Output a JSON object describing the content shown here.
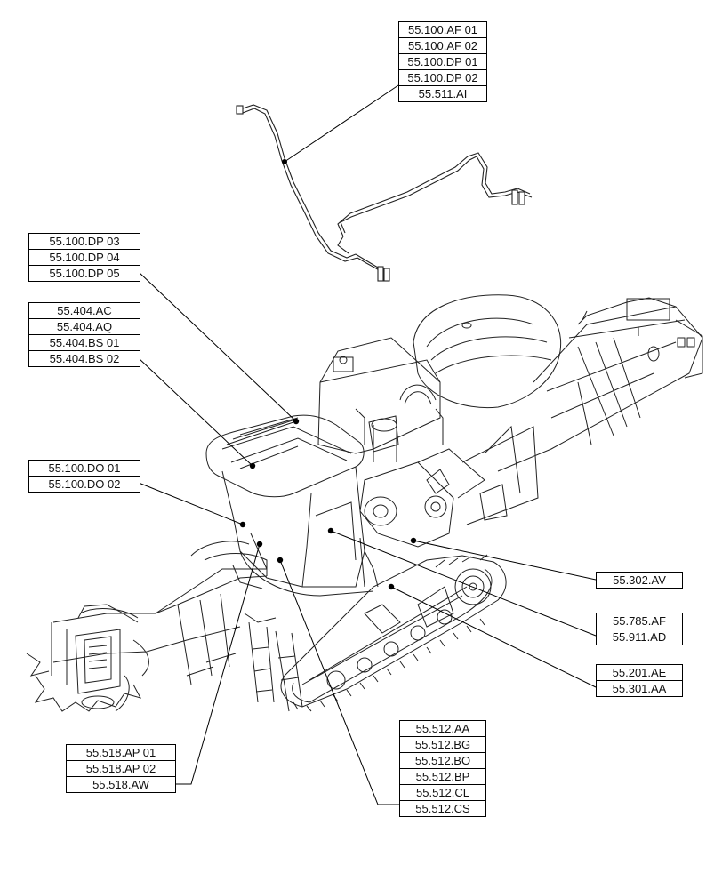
{
  "callouts": [
    {
      "id": "harness-top",
      "labels": [
        "55.100.AF 01",
        "55.100.AF 02",
        "55.100.DP 01",
        "55.100.DP 02",
        "55.511.AI"
      ]
    },
    {
      "id": "cab-roof",
      "labels": [
        "55.100.DP 03",
        "55.100.DP 04",
        "55.100.DP 05"
      ]
    },
    {
      "id": "cab-upper",
      "labels": [
        "55.404.AC",
        "55.404.AQ",
        "55.404.BS 01",
        "55.404.BS 02"
      ]
    },
    {
      "id": "cab-side",
      "labels": [
        "55.100.DO 01",
        "55.100.DO 02"
      ]
    },
    {
      "id": "engine-right",
      "labels": [
        "55.302.AV"
      ]
    },
    {
      "id": "frame-mid",
      "labels": [
        "55.785.AF",
        "55.911.AD"
      ]
    },
    {
      "id": "frame-lower",
      "labels": [
        "55.201.AE",
        "55.301.AA"
      ]
    },
    {
      "id": "cab-base",
      "labels": [
        "55.512.AA",
        "55.512.BG",
        "55.512.BO",
        "55.512.BP",
        "55.512.CL",
        "55.512.CS"
      ]
    },
    {
      "id": "cab-front",
      "labels": [
        "55.518.AP 01",
        "55.518.AP 02",
        "55.518.AW"
      ]
    }
  ],
  "colors": {
    "line": "#000000",
    "background": "#ffffff",
    "drawing": "#222222"
  }
}
